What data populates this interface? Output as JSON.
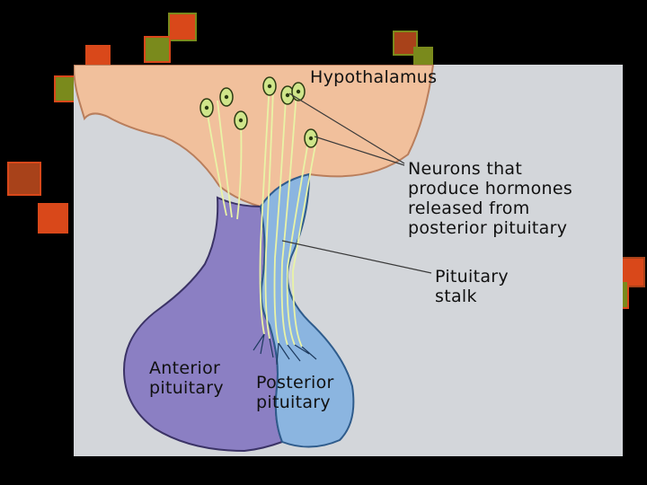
{
  "labels": {
    "hypothalamus": "Hypothalamus",
    "neurons": [
      "Neurons that",
      "produce hormones",
      "released from",
      "posterior pituitary"
    ],
    "stalk": [
      "Pituitary",
      "stalk"
    ],
    "anterior": [
      "Anterior",
      "pituitary"
    ],
    "posterior": [
      "Posterior",
      "pituitary"
    ]
  },
  "colors": {
    "slide_background": "#000000",
    "panel_background": "#d3d6da",
    "hypothalamus_tissue": "#f1c09c",
    "anterior_pituitary": "#8b7fc3",
    "posterior_pituitary": "#8bb5e0",
    "neuron_fibers": "#e9f3a6",
    "decor_orange": "#d9481a",
    "decor_olive": "#7a8a1c",
    "decor_rust": "#a8421a"
  }
}
